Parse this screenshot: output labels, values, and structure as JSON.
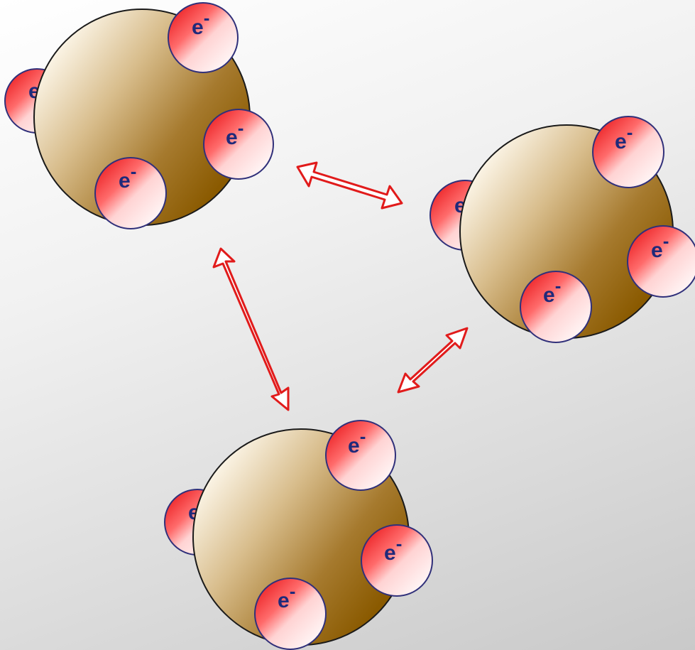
{
  "electron_label": {
    "base": "e",
    "superscript": "-"
  },
  "colors": {
    "atom_light": "#fdf7ea",
    "atom_mid": "#c29a5c",
    "atom_dark": "#8a5a00",
    "electron_highlight": "#ffffff",
    "electron_red": "#e8161a",
    "electron_stroke": "#30307a",
    "arrow": "#e11b1b"
  },
  "atoms": [
    {
      "id": "top-left",
      "electrons": 4
    },
    {
      "id": "right",
      "electrons": 4
    },
    {
      "id": "bottom",
      "electrons": 4
    }
  ],
  "arrows": [
    {
      "from": "top-left",
      "to": "right",
      "style": "double-headed"
    },
    {
      "from": "top-left",
      "to": "bottom",
      "style": "double-headed"
    },
    {
      "from": "bottom",
      "to": "right",
      "style": "double-headed"
    }
  ]
}
